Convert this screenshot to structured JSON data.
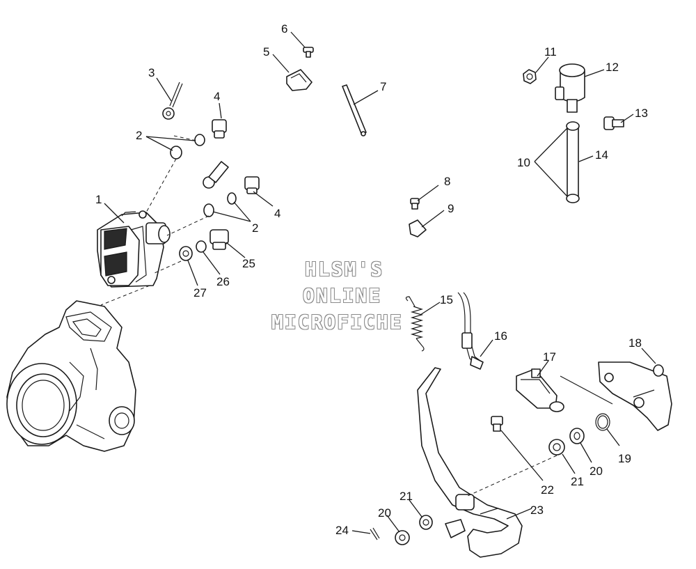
{
  "callouts": [
    {
      "id": "1",
      "label": "1"
    },
    {
      "id": "2a",
      "label": "2"
    },
    {
      "id": "2b",
      "label": "2"
    },
    {
      "id": "3",
      "label": "3"
    },
    {
      "id": "4a",
      "label": "4"
    },
    {
      "id": "4b",
      "label": "4"
    },
    {
      "id": "5",
      "label": "5"
    },
    {
      "id": "6",
      "label": "6"
    },
    {
      "id": "7",
      "label": "7"
    },
    {
      "id": "8",
      "label": "8"
    },
    {
      "id": "9",
      "label": "9"
    },
    {
      "id": "10",
      "label": "10"
    },
    {
      "id": "11",
      "label": "11"
    },
    {
      "id": "12",
      "label": "12"
    },
    {
      "id": "13",
      "label": "13"
    },
    {
      "id": "14",
      "label": "14"
    },
    {
      "id": "15",
      "label": "15"
    },
    {
      "id": "16",
      "label": "16"
    },
    {
      "id": "17",
      "label": "17"
    },
    {
      "id": "18",
      "label": "18"
    },
    {
      "id": "19",
      "label": "19"
    },
    {
      "id": "20a",
      "label": "20"
    },
    {
      "id": "20b",
      "label": "20"
    },
    {
      "id": "21a",
      "label": "21"
    },
    {
      "id": "21b",
      "label": "21"
    },
    {
      "id": "22",
      "label": "22"
    },
    {
      "id": "23",
      "label": "23"
    },
    {
      "id": "24",
      "label": "24"
    },
    {
      "id": "25",
      "label": "25"
    },
    {
      "id": "26",
      "label": "26"
    },
    {
      "id": "27",
      "label": "27"
    }
  ],
  "watermark": {
    "line1": "HLSM'S",
    "line2": "ONLINE",
    "line3": "MICROFICHE"
  }
}
